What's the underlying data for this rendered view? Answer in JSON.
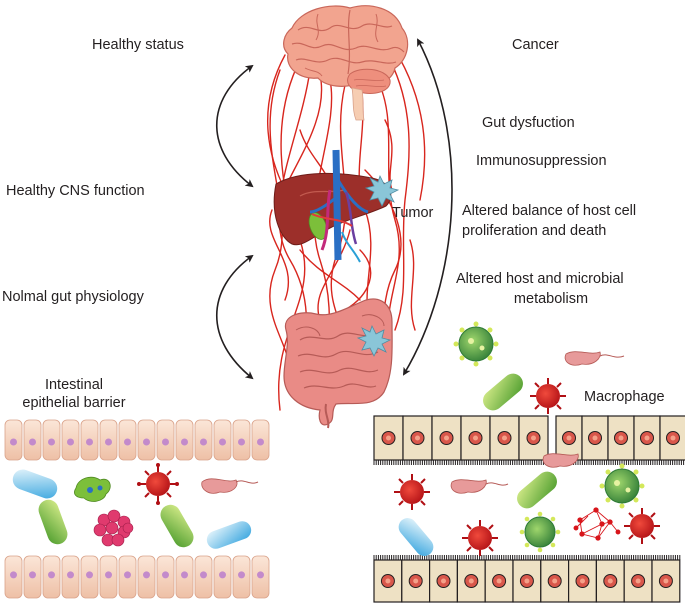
{
  "left_labels": {
    "healthy_status": "Healthy status",
    "healthy_cns": "Healthy CNS function",
    "gut_physiology": "Nolmal gut physiology",
    "barrier_line1": "Intestinal",
    "barrier_line2": "epithelial barrier"
  },
  "center_labels": {
    "tumor": "Tumor"
  },
  "right_labels": {
    "cancer": "Cancer",
    "gut_dysfunction": "Gut dysfuction",
    "immunosuppression": "Immunosuppression",
    "altered_balance_line1": "Altered balance of host cell",
    "altered_balance_line2": "proliferation and death",
    "altered_metabolism_line1": "Altered host and microbial",
    "altered_metabolism_line2": "metabolism",
    "macrophage": "Macrophage"
  },
  "colors": {
    "nerve_red": "#d8261e",
    "brain_pink": "#f2a48f",
    "liver_brown": "#9c2f2a",
    "intestine_pink": "#e98b86",
    "epithelial_cell": "#f6d5c3",
    "damaged_cell": "#eee1c4",
    "nucleus_red": "#d9574b",
    "bacteria_blue": "#4fb1e3",
    "bacteria_green": "#7cbf3a",
    "virus_green": "#3f9a45",
    "macrophage_red": "#d8151b",
    "tumor_teal": "#8ac6d8",
    "arrow": "#231f20"
  }
}
